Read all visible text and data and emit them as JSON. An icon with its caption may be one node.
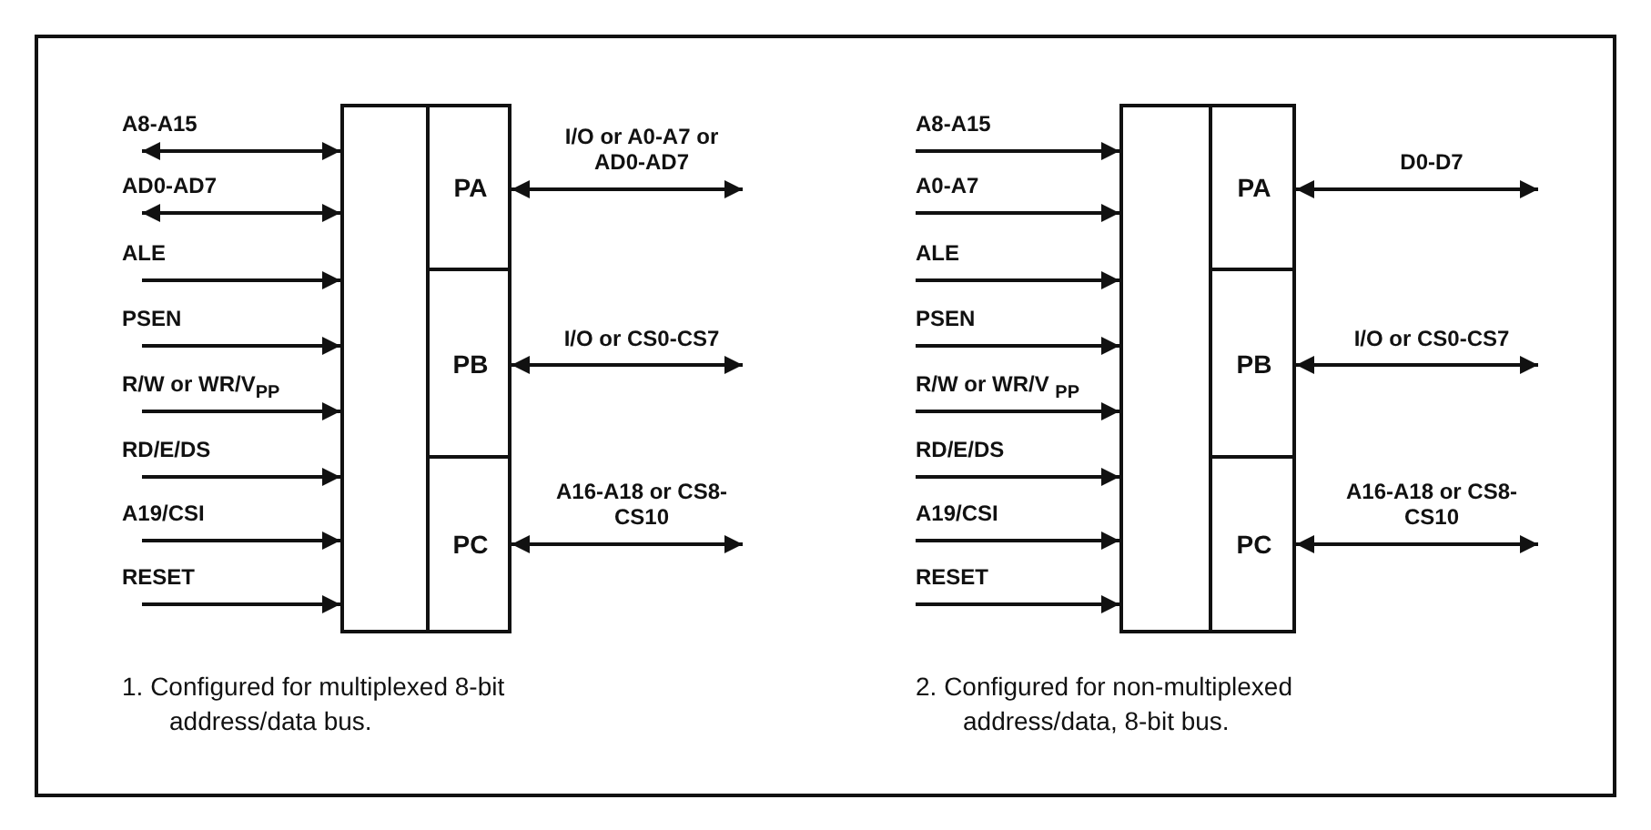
{
  "diagram": {
    "nodes": [
      {
        "text": [],
        "shape": "box"
      },
      {
        "text": [
          "PA"
        ],
        "in": 0
      },
      {
        "text": [
          "PB"
        ],
        "in": 0
      },
      {
        "text": [
          "PC"
        ],
        "in": 0
      },
      {
        "text": [],
        "shape": "box"
      },
      {
        "text": [
          "PA"
        ],
        "in": 4
      },
      {
        "text": [
          "PB"
        ],
        "in": 4
      },
      {
        "text": [
          "PC"
        ],
        "in": 4
      }
    ],
    "edges": [
      {
        "from": null,
        "to": 0,
        "arrow": "both",
        "label": "A8-A15"
      },
      {
        "from": null,
        "to": 0,
        "arrow": "both",
        "label": "AD0-AD7"
      },
      {
        "from": null,
        "to": 0,
        "arrow": "to",
        "label": "ALE"
      },
      {
        "from": null,
        "to": 0,
        "arrow": "to",
        "label": "PSEN"
      },
      {
        "from": null,
        "to": 0,
        "arrow": "to",
        "label": "R/W or WR/V$_{PP}$"
      },
      {
        "from": null,
        "to": 0,
        "arrow": "to",
        "label": "RD/E/DS"
      },
      {
        "from": null,
        "to": 0,
        "arrow": "to",
        "label": "A19/CSI"
      },
      {
        "from": null,
        "to": 0,
        "arrow": "to",
        "label": "RESET"
      },
      {
        "from": 1,
        "to": null,
        "arrow": "both",
        "label": "I/O or A0-A7 or AD0-AD7"
      },
      {
        "from": 2,
        "to": null,
        "arrow": "both",
        "label": "I/O or CS0-CS7"
      },
      {
        "from": 3,
        "to": null,
        "arrow": "both",
        "label": "A16-A18 or CS8-CS10"
      },
      {
        "from": null,
        "to": 4,
        "arrow": "to",
        "label": "A8-A15"
      },
      {
        "from": null,
        "to": 4,
        "arrow": "to",
        "label": "A0-A7"
      },
      {
        "from": null,
        "to": 4,
        "arrow": "to",
        "label": "ALE"
      },
      {
        "from": null,
        "to": 4,
        "arrow": "to",
        "label": "PSEN"
      },
      {
        "from": null,
        "to": 4,
        "arrow": "to",
        "label": "R/W or WR/V $_{PP}$"
      },
      {
        "from": null,
        "to": 4,
        "arrow": "to",
        "label": "RD/E/DS"
      },
      {
        "from": null,
        "to": 4,
        "arrow": "to",
        "label": "A19/CSI"
      },
      {
        "from": null,
        "to": 4,
        "arrow": "to",
        "label": "RESET"
      },
      {
        "from": 5,
        "to": null,
        "arrow": "both",
        "label": "D0-D7"
      },
      {
        "from": 6,
        "to": null,
        "arrow": "both",
        "label": "I/O or CS0-CS7"
      },
      {
        "from": 7,
        "to": null,
        "arrow": "both",
        "label": "A16-A18 or CS8-CS10"
      }
    ],
    "labels": [
      "1. Configured for multiplexed 8-bit address/data bus.",
      "2. Configured for non-multiplexed address/data, 8-bit bus."
    ]
  }
}
